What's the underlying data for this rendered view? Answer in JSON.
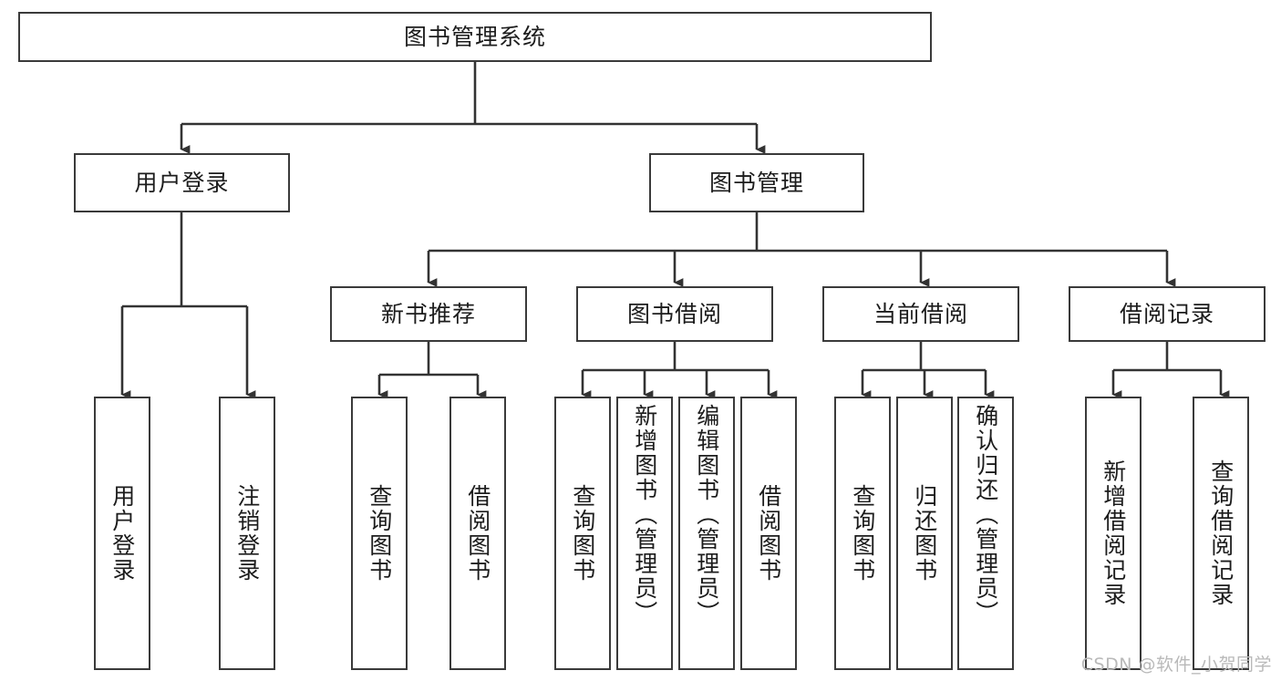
{
  "diagram": {
    "type": "tree",
    "title": "图书管理系统",
    "root": {
      "label": "图书管理系统"
    },
    "level2": [
      {
        "label": "用户登录"
      },
      {
        "label": "图书管理"
      }
    ],
    "level3": [
      {
        "label": "新书推荐"
      },
      {
        "label": "图书借阅"
      },
      {
        "label": "当前借阅"
      },
      {
        "label": "借阅记录"
      }
    ],
    "leaves": {
      "user_login": [
        {
          "label": "用户登录"
        },
        {
          "label": "注销登录"
        }
      ],
      "new_book_recommend": [
        {
          "label": "查询图书"
        },
        {
          "label": "借阅图书"
        }
      ],
      "book_borrow": [
        {
          "label": "查询图书"
        },
        {
          "label": "新增图书（管理员）"
        },
        {
          "label": "编辑图书（管理员）"
        },
        {
          "label": "借阅图书"
        }
      ],
      "current_borrow": [
        {
          "label": "查询图书"
        },
        {
          "label": "归还图书"
        },
        {
          "label": "确认归还（管理员）"
        }
      ],
      "borrow_record": [
        {
          "label": "新增借阅记录"
        },
        {
          "label": "查询借阅记录"
        }
      ]
    }
  },
  "watermark": {
    "text": "CSDN @软件_小贺同学"
  },
  "colors": {
    "border": "#3a3a3a",
    "text": "#1c1c1c",
    "background": "#ffffff",
    "watermark": "#b9b9b9"
  }
}
